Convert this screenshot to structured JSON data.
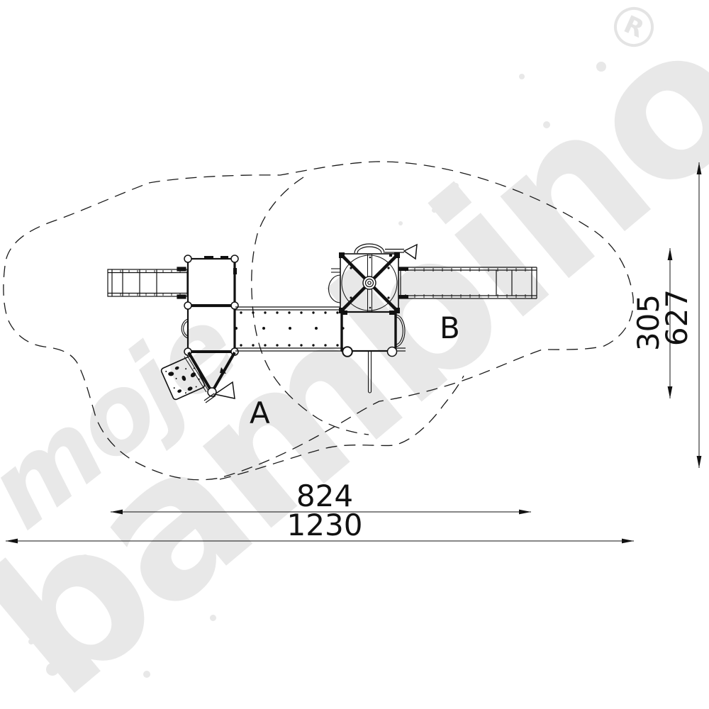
{
  "watermark": {
    "word1": "moje",
    "word2": "bambino",
    "registered_mark": "R",
    "color": "#e8e8e8"
  },
  "zones": {
    "a": "A",
    "b": "B"
  },
  "dimensions": {
    "inner_width": "824",
    "outer_width": "1230",
    "inner_height": "305",
    "outer_height": "627"
  },
  "drawing": {
    "line_color": "#111111",
    "type": "playground-equipment-top-view-plan"
  }
}
